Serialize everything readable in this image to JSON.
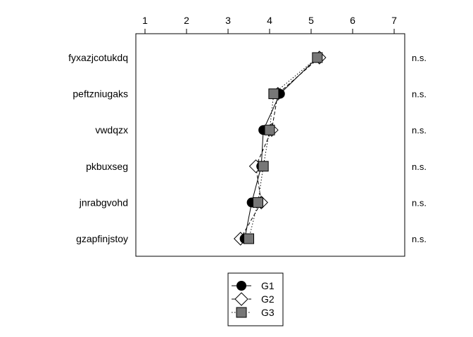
{
  "chart_data": {
    "type": "line",
    "orientation": "horizontal",
    "title": "",
    "xlabel": "",
    "ylabel": "",
    "xlim": [
      1,
      7
    ],
    "x_ticks": [
      "1",
      "2",
      "3",
      "4",
      "5",
      "6",
      "7"
    ],
    "x_axis_position": "top",
    "grid": false,
    "legend_position": "bottom-center",
    "categories": [
      "fyxazjcotukdq",
      "peftzniugaks",
      "vwdqzx",
      "pkbuxseg",
      "jnrabgvohd",
      "gzapfinjstoy"
    ],
    "significance": [
      "n.s.",
      "n.s.",
      "n.s.",
      "n.s.",
      "n.s.",
      "n.s."
    ],
    "series": [
      {
        "name": "G1",
        "values": [
          5.15,
          4.25,
          3.85,
          3.8,
          3.57,
          3.4
        ],
        "marker": "circle",
        "line": "solid",
        "color": "#000000"
      },
      {
        "name": "G2",
        "values": [
          5.2,
          4.2,
          4.05,
          3.67,
          3.8,
          3.3
        ],
        "marker": "diamond",
        "line": "dashed",
        "color": "#ffffff"
      },
      {
        "name": "G3",
        "values": [
          5.15,
          4.1,
          4.0,
          3.85,
          3.72,
          3.5
        ],
        "marker": "square",
        "line": "dotted",
        "color": "#777777"
      }
    ]
  }
}
